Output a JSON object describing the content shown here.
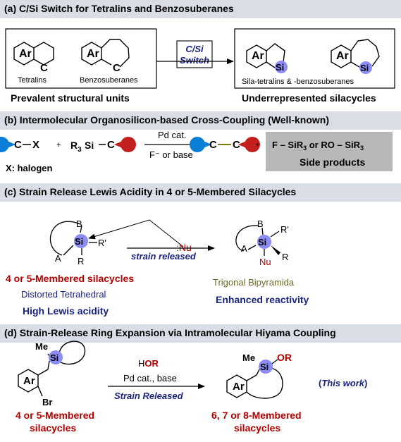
{
  "colors": {
    "band_bg": "#d9dde6",
    "dark_red": "#b00000",
    "navy": "#1a237e",
    "si_blue": "#8c8cf5",
    "olive": "#6b6b2a",
    "grey_box": "#b8b8b8",
    "pac_blue": "#0b7fd6",
    "pac_red": "#c21f1f"
  },
  "icons": {
    "circle_atom": "highlighted-silicon-atom",
    "pacman": "cross-coupling-fragment-icon"
  },
  "section_a": {
    "title": "(a) C/Si Switch for Tetralins and Benzosuberanes",
    "ar": "Ar",
    "c": "C",
    "si": "Si",
    "tetralins": "Tetralins",
    "benzosuberanes": "Benzosuberanes",
    "switch_line1": "C/Si",
    "switch_line2": "Switch",
    "sila_label": "Sila-tetralins & -benzosuberanes",
    "prevalent": "Prevalent structural units",
    "underrepresented": "Underrepresented silacycles"
  },
  "section_b": {
    "title": "(b) Intermolecular Organosilicon-based Cross-Coupling (Well-known)",
    "c": "C",
    "x": "X",
    "plus": "+",
    "r3": "R",
    "r3_sub": "3",
    "si": "Si",
    "x_halogen": "X: halogen",
    "pd_cat": "Pd cat.",
    "f_or_base": "F⁻ or base",
    "side_f": "F",
    "side_sir": "SiR",
    "side_sub": "3",
    "side_or": "or RO",
    "side_products": "Side products"
  },
  "section_c": {
    "title": "(c) Strain Release Lewis Acidity in 4 or 5-Membered Silacycles",
    "b": "B",
    "a": "A",
    "si": "Si",
    "r_prime": "R'",
    "r": "R",
    "nu_colon": ":Nu",
    "nu": "Nu",
    "strain_released": "strain released",
    "four_five": "4 or 5-Membered silacycles",
    "distorted": "Distorted Tetrahedral",
    "high_lewis": "High Lewis acidity",
    "trigonal": "Trigonal Bipyramida",
    "enhanced": "Enhanced reactivity"
  },
  "section_d": {
    "title": "(d) Strain-Release Ring Expansion via Intramolecular Hiyama Coupling",
    "me": "Me",
    "si": "Si",
    "ar": "Ar",
    "br": "Br",
    "h": "H",
    "or": "OR",
    "pd_base": "Pd cat., base",
    "strain_released": "Strain Released",
    "this_work_open": "(",
    "this_work": "This work",
    "this_work_close": ")",
    "left_line1": "4 or 5-Membered",
    "left_line2": "silacycles",
    "right_line1": "6, 7 or 8-Membered",
    "right_line2": "silacycles"
  }
}
